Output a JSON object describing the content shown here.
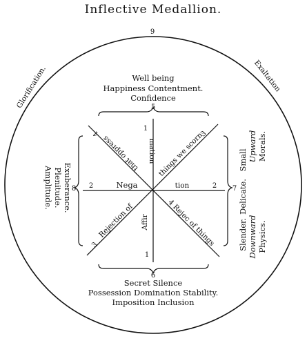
{
  "title": "Inflective Medallion.",
  "top_number": "9",
  "arc_left": "Glorification.",
  "arc_right": "Exaltation",
  "top_group": {
    "line1": "Well being",
    "line2": "Happiness  Contentment.",
    "line3": "Confidence",
    "number": "5"
  },
  "bottom_group": {
    "number": "6",
    "line1": "Secret  Silence",
    "line2": "Possession  Domination  Stability.",
    "line3": "Imposition  Inclusion"
  },
  "left_group": {
    "number": "8",
    "line1": "Exuberance.",
    "line2": "Plenitude.",
    "line3": "Amplitude."
  },
  "right_group": {
    "number": "7",
    "col1_a": "Small",
    "col1_b": "Upward",
    "col1_c": "Morals.",
    "col2": "Delicate.",
    "col3_a": "Slender.",
    "col3_b": "Downward",
    "col3_c": "Physics."
  },
  "cross": {
    "n_top": "1",
    "n_bottom": "1",
    "n_left": "2",
    "n_right": "2",
    "n_upper_left": "4",
    "n_upper_right": "3",
    "n_lower_left": "3",
    "n_lower_right": "4",
    "vertical_top_text": "mation",
    "vertical_bottom_text": "Affir",
    "horizontal_left_text": "Nega",
    "horizontal_right_text": "tion",
    "diag_upper_left_text": "that oppress",
    "diag_upper_right_text": "things we scorn",
    "diag_lower_left_text": "Rejection of",
    "diag_lower_right_text": "4 Rejec of things"
  }
}
